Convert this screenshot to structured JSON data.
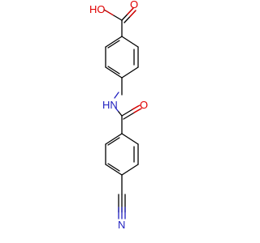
{
  "molecule": {
    "atoms": {
      "carboxylic_acid": "HO",
      "carbonyl_oxygen_acid": "O",
      "amide_nitrogen": "HN",
      "carbonyl_oxygen_amide": "O",
      "nitrile_nitrogen": "N"
    }
  },
  "colors": {
    "oxygen": "#e00000",
    "nitrogen": "#2020c0",
    "carbon_bond": "#000000",
    "background": "#ffffff"
  }
}
